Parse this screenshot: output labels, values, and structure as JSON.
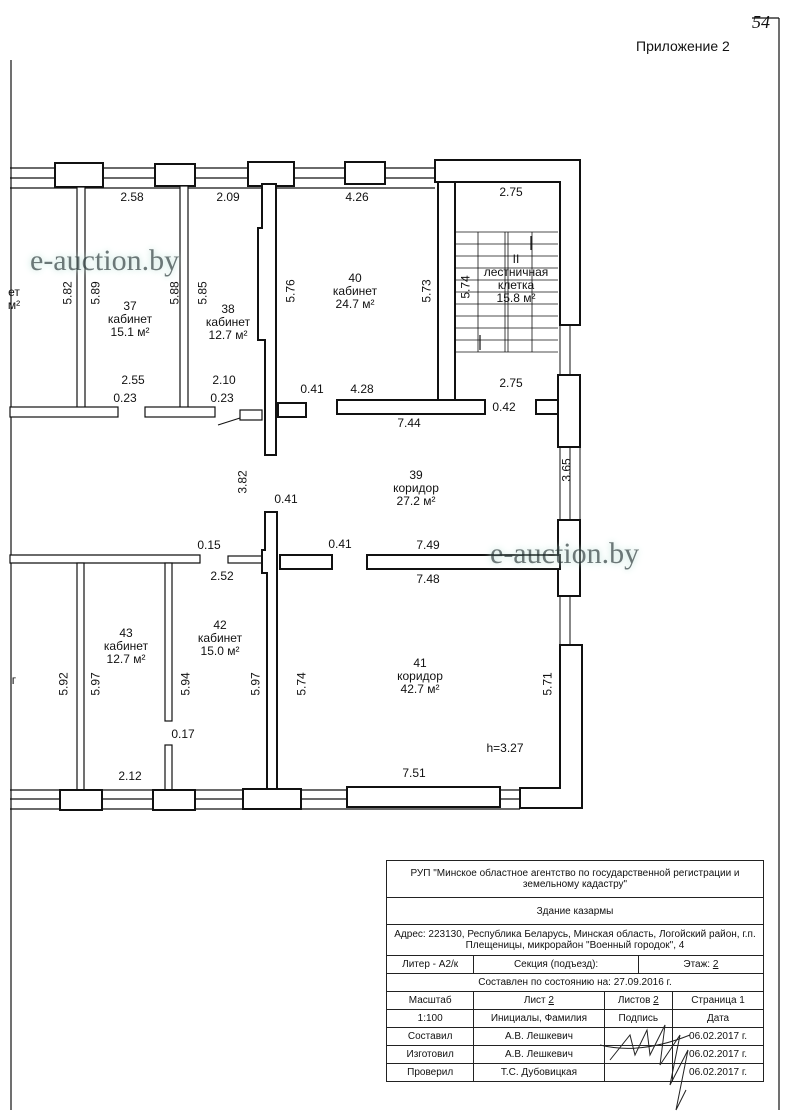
{
  "header": {
    "appendix": "Приложение 2",
    "page_number": "54"
  },
  "watermark": "e-auction.by",
  "rooms": [
    {
      "num": "",
      "name": "ет",
      "area": "м²"
    },
    {
      "num": "37",
      "name": "кабинет",
      "area": "15.1 м²"
    },
    {
      "num": "38",
      "name": "кабинет",
      "area": "12.7 м²"
    },
    {
      "num": "40",
      "name": "кабинет",
      "area": "24.7 м²"
    },
    {
      "num": "II",
      "name": "лестничная клетка",
      "area": "15.8 м²"
    },
    {
      "num": "39",
      "name": "коридор",
      "area": "27.2 м²"
    },
    {
      "num": "43",
      "name": "кабинет",
      "area": "12.7 м²"
    },
    {
      "num": "42",
      "name": "кабинет",
      "area": "15.0 м²"
    },
    {
      "num": "41",
      "name": "коридор",
      "area": "42.7 м²"
    },
    {
      "num": "",
      "name": "г",
      "area": ""
    }
  ],
  "dims": {
    "top": [
      "2.58",
      "2.09",
      "4.26",
      "2.75"
    ],
    "upper_vert": [
      "5.82",
      "5.89",
      "5.88",
      "5.85",
      "5.76",
      "5.73",
      "5.74"
    ],
    "upper_corr": [
      "2.55",
      "0.23",
      "2.10",
      "0.23",
      "0.41",
      "4.28",
      "2.75",
      "0.42",
      "7.44"
    ],
    "mid": [
      "3.82",
      "3.65",
      "0.41",
      "0.15",
      "0.41",
      "7.49",
      "2.52",
      "7.48"
    ],
    "lower_vert": [
      "5.92",
      "5.97",
      "5.94",
      "5.97",
      "5.74",
      "5.71"
    ],
    "lower": [
      "0.17",
      "2.12",
      "7.51"
    ],
    "height": "h=3.27"
  },
  "title_block": {
    "org": "РУП \"Минское областное агентство по государственной регистрации и земельному кадастру\"",
    "building": "Здание казармы",
    "address": "Адрес: 223130, Республика Беларусь, Минская область, Логойский район, г.п. Плещеницы, микрорайон \"Военный городок\", 4",
    "liter": "Литер  - А2/к",
    "section": "Секция (подъезд):",
    "floor_label": "Этаж:",
    "floor": "2",
    "state": "Составлен по состоянию на: 27.09.2016 г.",
    "scale_label": "Масштаб",
    "sheet_label": "Лист",
    "sheet": "2",
    "sheets_label": "Листов",
    "sheets": "2",
    "page": "Страница 1",
    "scale": "1:100",
    "initials_label": "Инициалы, Фамилия",
    "signature_label": "Подпись",
    "date_label": "Дата",
    "rows": [
      {
        "role": "Составил",
        "name": "А.В. Лешкевич",
        "date": "06.02.2017 г."
      },
      {
        "role": "Изготовил",
        "name": "А.В. Лешкевич",
        "date": "06.02.2017 г."
      },
      {
        "role": "Проверил",
        "name": "Т.С. Дубовицкая",
        "date": "06.02.2017 г."
      }
    ]
  }
}
